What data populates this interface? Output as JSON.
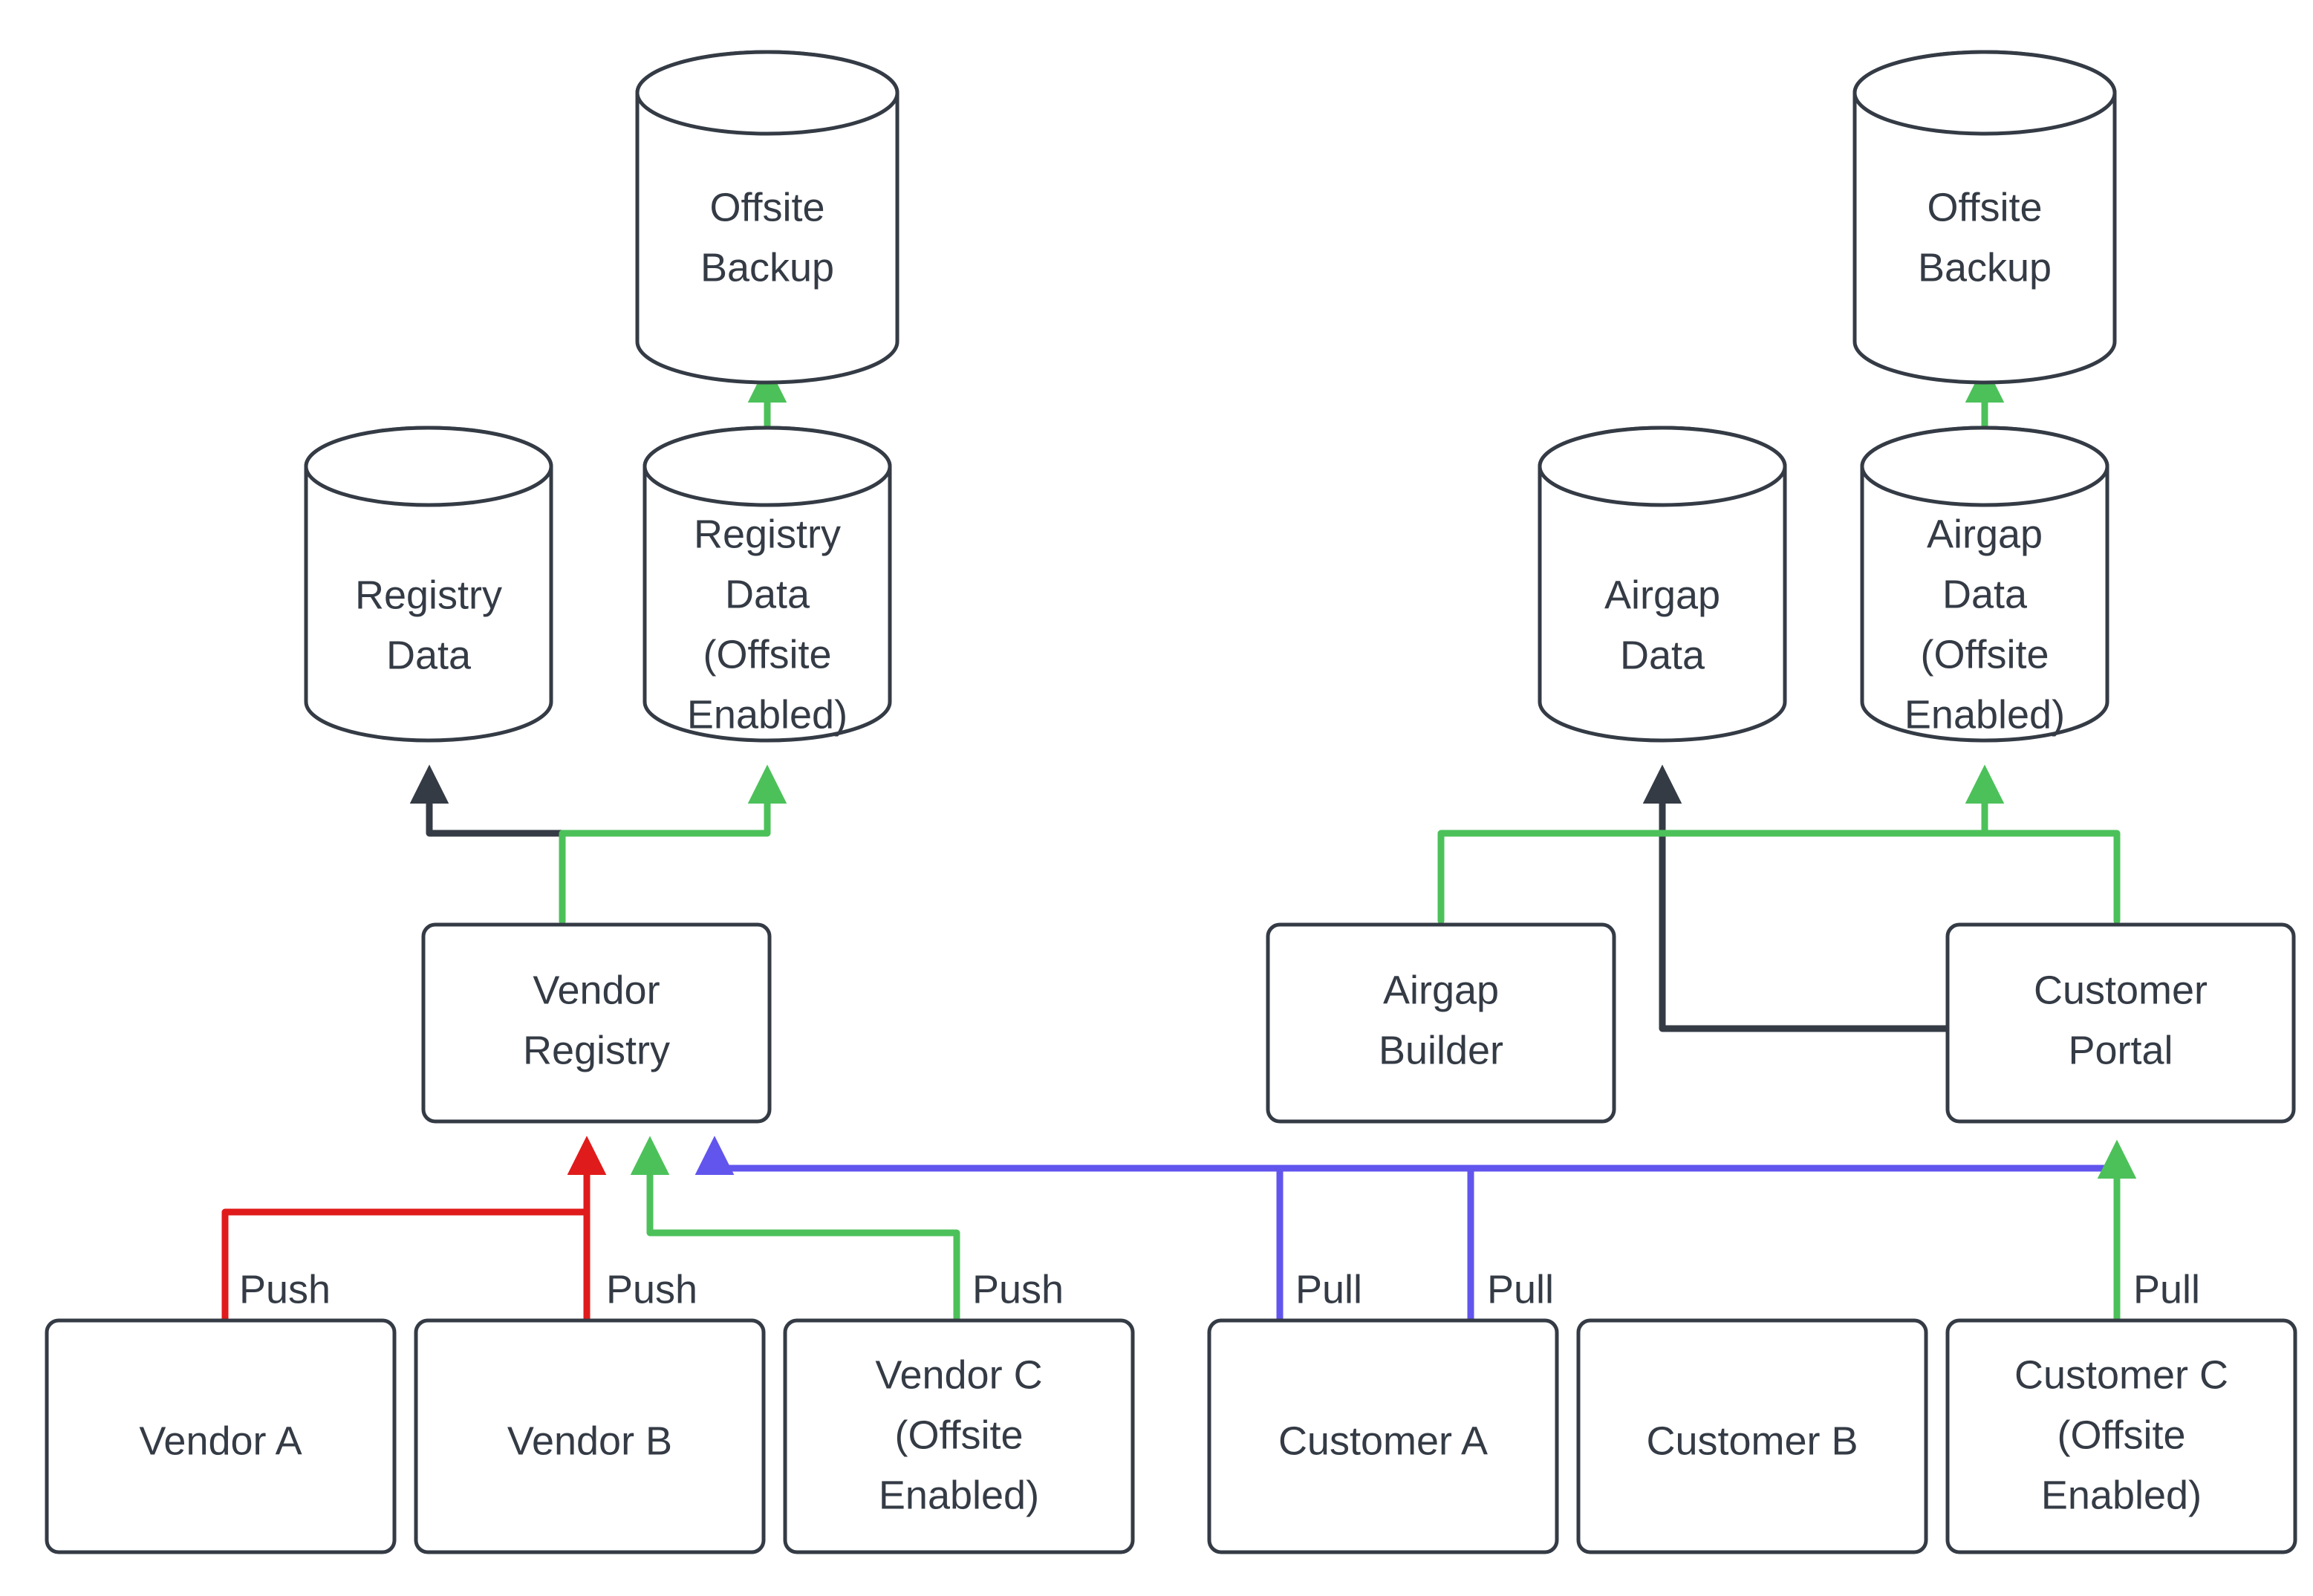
{
  "diagram": {
    "title": "Vendor registry and airgap distribution with offsite backup",
    "background": "#ffffff",
    "stroke_color": "#343B45",
    "text_color": "#343B45",
    "edge_colors": {
      "default": "#343B45",
      "offsite": "#4CC15A",
      "push": "#E01B1B",
      "pull": "#6155EE"
    }
  },
  "nodes": {
    "offsite_backup_left": {
      "label_line1": "Offsite",
      "label_line2": "Backup",
      "shape": "cylinder"
    },
    "offsite_backup_right": {
      "label_line1": "Offsite",
      "label_line2": "Backup",
      "shape": "cylinder"
    },
    "registry_data": {
      "label_line1": "Registry",
      "label_line2": "Data",
      "shape": "cylinder"
    },
    "registry_data_offsite": {
      "label_line1": "Registry",
      "label_line2": "Data",
      "label_line3": "(Offsite",
      "label_line4": "Enabled)",
      "shape": "cylinder"
    },
    "airgap_data": {
      "label_line1": "Airgap",
      "label_line2": "Data",
      "shape": "cylinder"
    },
    "airgap_data_offsite": {
      "label_line1": "Airgap",
      "label_line2": "Data",
      "label_line3": "(Offsite",
      "label_line4": "Enabled)",
      "shape": "cylinder"
    },
    "vendor_registry": {
      "label_line1": "Vendor",
      "label_line2": "Registry",
      "shape": "rounded-rect"
    },
    "airgap_builder": {
      "label_line1": "Airgap",
      "label_line2": "Builder",
      "shape": "rounded-rect"
    },
    "customer_portal": {
      "label_line1": "Customer",
      "label_line2": "Portal",
      "shape": "rounded-rect"
    },
    "vendor_a": {
      "label_line1": "Vendor A",
      "shape": "rounded-rect"
    },
    "vendor_b": {
      "label_line1": "Vendor B",
      "shape": "rounded-rect"
    },
    "vendor_c": {
      "label_line1": "Vendor C",
      "label_line2": "(Offsite",
      "label_line3": "Enabled)",
      "shape": "rounded-rect"
    },
    "customer_a": {
      "label_line1": "Customer A",
      "shape": "rounded-rect"
    },
    "customer_b": {
      "label_line1": "Customer B",
      "shape": "rounded-rect"
    },
    "customer_c": {
      "label_line1": "Customer C",
      "label_line2": "(Offsite",
      "label_line3": "Enabled)",
      "shape": "rounded-rect"
    }
  },
  "edge_labels": {
    "vendor_a_push": "Push",
    "vendor_b_push": "Push",
    "vendor_c_push": "Push",
    "customer_a_pull": "Pull",
    "customer_b_pull": "Pull",
    "customer_c_pull": "Pull"
  }
}
